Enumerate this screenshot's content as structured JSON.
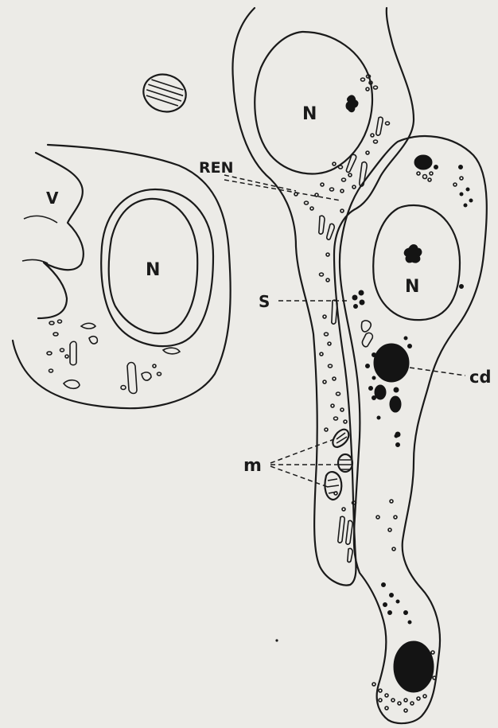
{
  "labels": {
    "nucleus_left": "N",
    "nucleus_top": "N",
    "nucleus_right": "N",
    "vacuole": "V",
    "ren": "REN",
    "s": "S",
    "cd": "cd",
    "m": "m"
  }
}
